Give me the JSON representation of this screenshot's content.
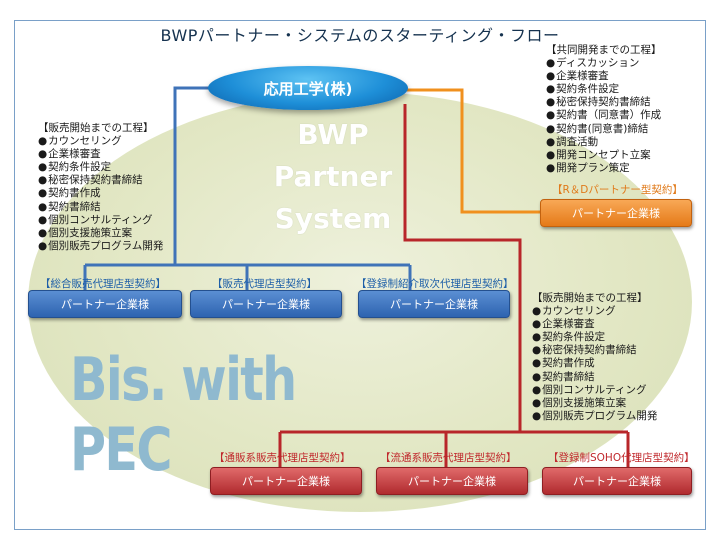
{
  "title": "BWPパートナー・システムのスターティング・フロー",
  "hq": {
    "label": "応用工学(株)"
  },
  "watermark": {
    "line1": "BWP",
    "line2": "Partner",
    "line3": "System",
    "bis": "Bis. with PEC"
  },
  "left_steps": {
    "heading": "【販売開始までの工程】",
    "items": [
      "カウンセリング",
      "企業様審査",
      "契約条件設定",
      "秘密保持契約書締結",
      "契約書作成",
      "契約書締結",
      "個別コンサルティング",
      "個別支援施策立案",
      "個別販売プログラム開発"
    ]
  },
  "topright_steps": {
    "heading": "【共同開発までの工程】",
    "items": [
      "ディスカッション",
      "企業様審査",
      "契約条件設定",
      "秘密保持契約書締結",
      "契約書（同意書）作成",
      "契約書(同意書)締結",
      "調査活動",
      "開発コンセプト立案",
      "開発プラン策定"
    ]
  },
  "midright_steps": {
    "heading": "【販売開始までの工程】",
    "items": [
      "カウンセリング",
      "企業様審査",
      "契約条件設定",
      "秘密保持契約書締結",
      "契約書作成",
      "契約書締結",
      "個別コンサルティング",
      "個別支援施策立案",
      "個別販売プログラム開発"
    ]
  },
  "contracts": {
    "rd": "【R＆Dパートナー型契約】",
    "blue": [
      "【総合販売代理店型契約】",
      "【販売代理店型契約】",
      "【登録制紹介取次代理店型契約】"
    ],
    "red": [
      "【通販系販売代理店型契約】",
      "【流通系販売代理店型契約】",
      "【登録制SOHO代理店型契約】"
    ]
  },
  "partner_label": "パートナー企業様",
  "colors": {
    "blue_line": "#3f73b8",
    "orange_line": "#f0901e",
    "red_line": "#b8262a",
    "hq_fill": "#1e8fd8"
  }
}
